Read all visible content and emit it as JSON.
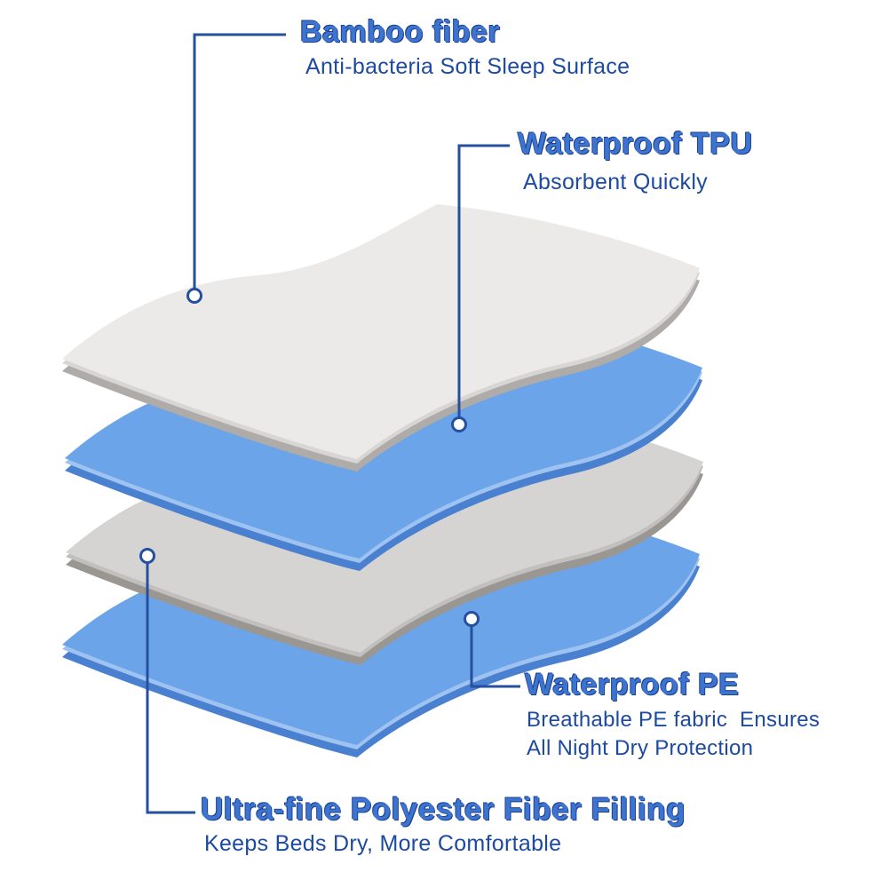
{
  "colors": {
    "background": "#ffffff",
    "callout_line": "#24509f",
    "marker_fill": "#ffffff",
    "title_text": "#3d74d0",
    "title_outline": "#1d4191",
    "subtitle_text": "#1d4aa1"
  },
  "layers": [
    {
      "name": "bamboo-fiber-sheet",
      "top_color": "#ebeae8",
      "highlight_color": "#d8d6d4",
      "edge_color": "#aeaba8"
    },
    {
      "name": "waterproof-tpu-sheet",
      "top_color": "#6ba4e8",
      "highlight_color": "#9ec3f1",
      "edge_color": "#4a80d0"
    },
    {
      "name": "polyester-filling-sheet",
      "top_color": "#d6d4d2",
      "highlight_color": "#c2c0be",
      "edge_color": "#9a9793"
    },
    {
      "name": "waterproof-pe-sheet",
      "top_color": "#6ba4e8",
      "highlight_color": "#9ec3f1",
      "edge_color": "#4a80d0"
    }
  ],
  "callouts": {
    "bamboo": {
      "title": "Bamboo fiber",
      "subtitle": "Anti-bacteria Soft Sleep Surface"
    },
    "tpu": {
      "title": "Waterproof TPU",
      "subtitle": "Absorbent Quickly"
    },
    "pe": {
      "title": "Waterproof PE",
      "subtitle_line1": "Breathable PE fabric  Ensures",
      "subtitle_line2": "All Night Dry Protection"
    },
    "filling": {
      "title": "Ultra-fine Polyester Fiber Filling",
      "subtitle": "Keeps Beds Dry, More Comfortable"
    }
  }
}
